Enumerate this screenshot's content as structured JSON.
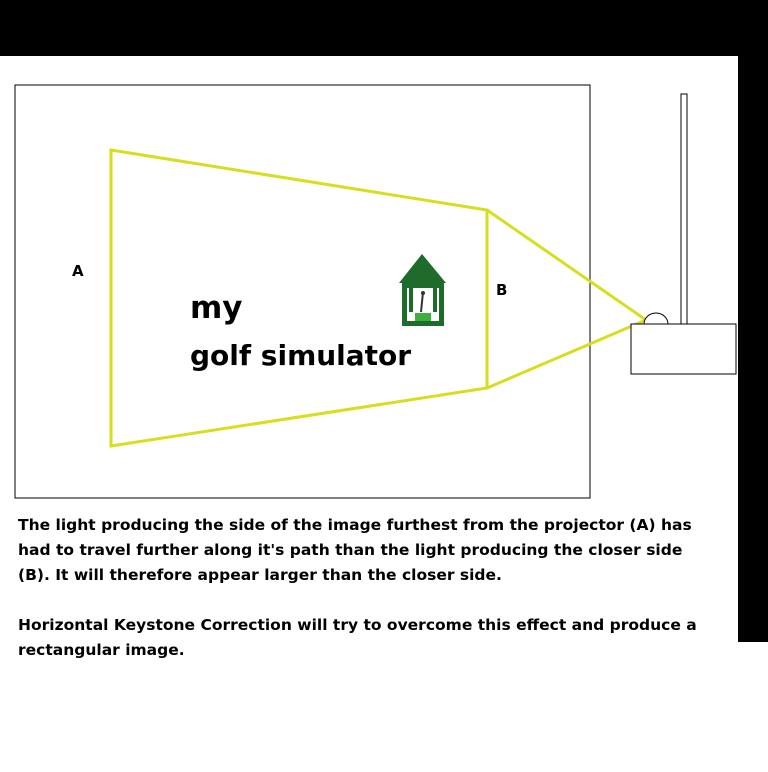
{
  "diagram": {
    "label_a": "A",
    "label_b": "B",
    "title_line1": "my",
    "title_line2": "golf simulator",
    "colors": {
      "beam": "#d6de1e",
      "logo_green": "#1e6b2b",
      "frame": "#000000",
      "background": "#ffffff"
    },
    "icons": [
      "house-logo-icon",
      "projector-icon",
      "stand-pole-icon"
    ]
  },
  "caption": {
    "paragraph1": "The light producing the side of the image furthest from the projector (A) has had to travel further along it's path than the light producing the closer side (B). It will therefore appear larger than the closer side.",
    "paragraph2": "Horizontal Keystone Correction will try to overcome this effect and produce a rectangular image."
  }
}
